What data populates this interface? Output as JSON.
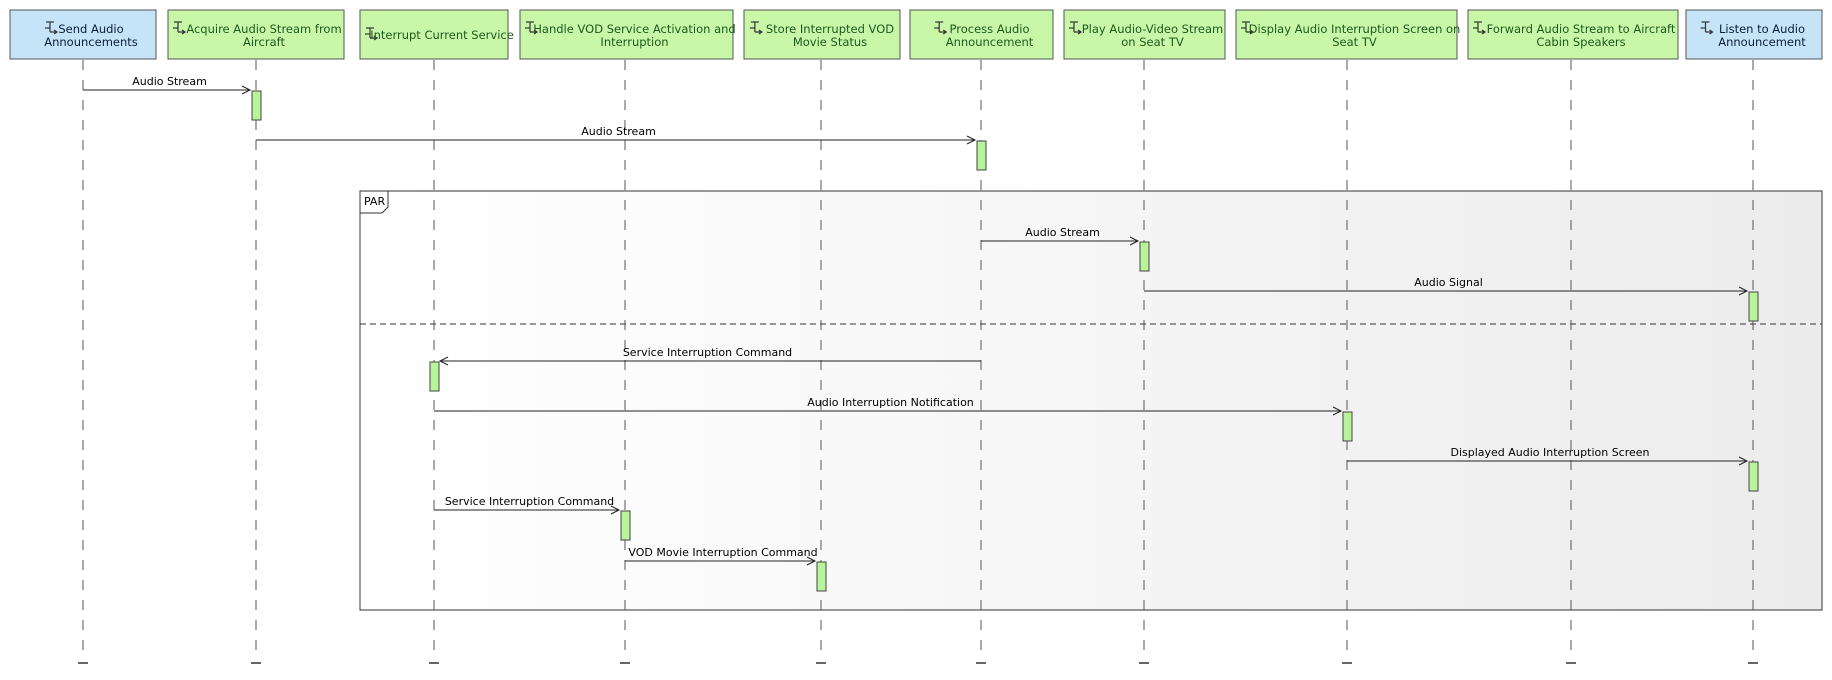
{
  "diagram": {
    "type": "sequence",
    "colors": {
      "actor_fill": "#c5e4f7",
      "actor_text": "#0a1e3a",
      "function_fill": "#c8f7a8",
      "function_text": "#1e5a1e",
      "activation_fill": "#b8f59a",
      "par_fill_light": "#ffffff",
      "par_fill_dark": "#ececec"
    },
    "participants": [
      {
        "id": "p0",
        "label_lines": [
          "Send Audio",
          "Announcements"
        ],
        "kind": "actor",
        "icon": "function-icon"
      },
      {
        "id": "p1",
        "label_lines": [
          "Acquire Audio Stream from",
          "Aircraft"
        ],
        "kind": "function",
        "icon": "function-icon"
      },
      {
        "id": "p2",
        "label_lines": [
          "Interrupt Current Service"
        ],
        "kind": "function",
        "icon": "function-icon"
      },
      {
        "id": "p3",
        "label_lines": [
          "Handle VOD Service Activation and",
          "Interruption"
        ],
        "kind": "function",
        "icon": "function-icon"
      },
      {
        "id": "p4",
        "label_lines": [
          "Store Interrupted VOD",
          "Movie Status"
        ],
        "kind": "function",
        "icon": "function-icon"
      },
      {
        "id": "p5",
        "label_lines": [
          "Process Audio",
          "Announcement"
        ],
        "kind": "function",
        "icon": "function-icon"
      },
      {
        "id": "p6",
        "label_lines": [
          "Play Audio-Video Stream",
          "on Seat TV"
        ],
        "kind": "function",
        "icon": "function-icon"
      },
      {
        "id": "p7",
        "label_lines": [
          "Display Audio Interruption Screen on",
          "Seat TV"
        ],
        "kind": "function",
        "icon": "function-icon"
      },
      {
        "id": "p8",
        "label_lines": [
          "Forward Audio Stream to Aircraft",
          "Cabin Speakers"
        ],
        "kind": "function",
        "icon": "function-icon"
      },
      {
        "id": "p9",
        "label_lines": [
          "Listen to Audio",
          "Announcement"
        ],
        "kind": "actor",
        "icon": "function-icon"
      }
    ],
    "messages": [
      {
        "from": "p0",
        "to": "p1",
        "label": "Audio Stream"
      },
      {
        "from": "p1",
        "to": "p5",
        "label": "Audio Stream"
      },
      {
        "from": "p5",
        "to": "p6",
        "label": "Audio Stream"
      },
      {
        "from": "p6",
        "to": "p9",
        "label": "Audio Signal"
      },
      {
        "from": "p5",
        "to": "p2",
        "label": "Service Interruption Command"
      },
      {
        "from": "p2",
        "to": "p7",
        "label": "Audio Interruption Notification"
      },
      {
        "from": "p7",
        "to": "p9",
        "label": "Displayed Audio Interruption Screen"
      },
      {
        "from": "p2",
        "to": "p3",
        "label": "Service Interruption Command"
      },
      {
        "from": "p3",
        "to": "p4",
        "label": "VOD Movie Interruption Command"
      }
    ],
    "fragment": {
      "label": "PAR",
      "first_message": 2,
      "last_message": 8,
      "divider_after_message": 3
    }
  }
}
